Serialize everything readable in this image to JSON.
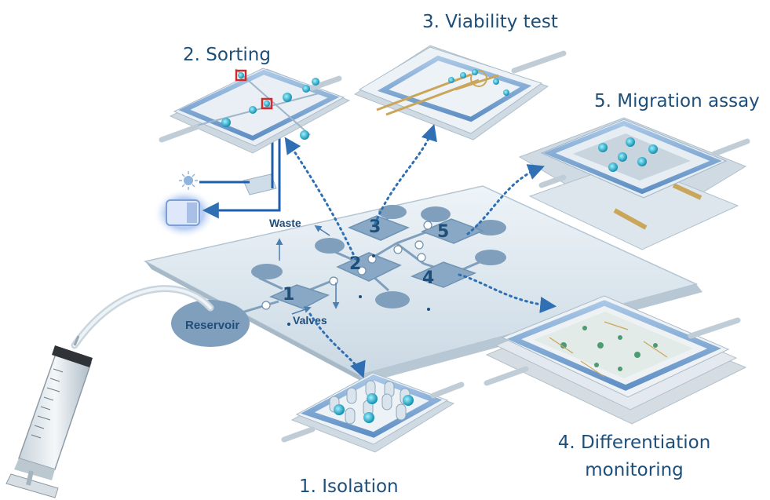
{
  "captions": {
    "sorting": "2. Sorting",
    "viability": "3. Viability test",
    "migration": "5. Migration assay",
    "differentiation_line1": "4. Differentiation",
    "differentiation_line2": "monitoring",
    "isolation": "1. Isolation"
  },
  "chip": {
    "chamber_numbers": [
      "1",
      "2",
      "3",
      "4",
      "5"
    ],
    "labels": {
      "waste": "Waste",
      "valves": "Valves",
      "reservoir": "Reservoir"
    }
  },
  "colors": {
    "text": "#1d4f7a",
    "arrow": "#2f6fb3",
    "chip_glass": "#dfe9f1",
    "chamber": "#7f9fbd",
    "cell": "#1fb6c9"
  }
}
